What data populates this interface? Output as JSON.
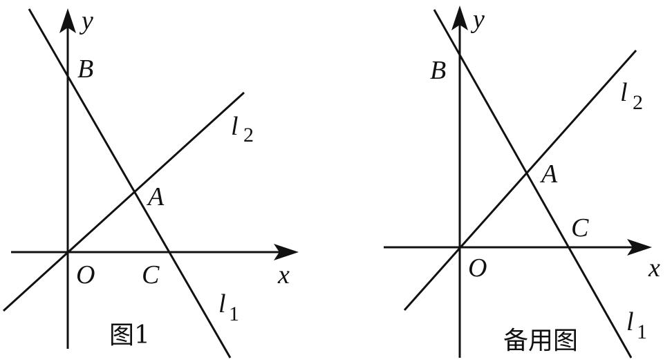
{
  "figures": [
    {
      "caption": "图1",
      "labels": {
        "y": "y",
        "x": "x",
        "B": "B",
        "A": "A",
        "O": "O",
        "C": "C",
        "l2_main": "l",
        "l2_sub": "2",
        "l1_main": "l",
        "l1_sub": "1"
      }
    },
    {
      "caption": "备用图",
      "labels": {
        "y": "y",
        "x": "x",
        "B": "B",
        "A": "A",
        "O": "O",
        "C": "C",
        "l2_main": "l",
        "l2_sub": "2",
        "l1_main": "l",
        "l1_sub": "1"
      }
    }
  ]
}
